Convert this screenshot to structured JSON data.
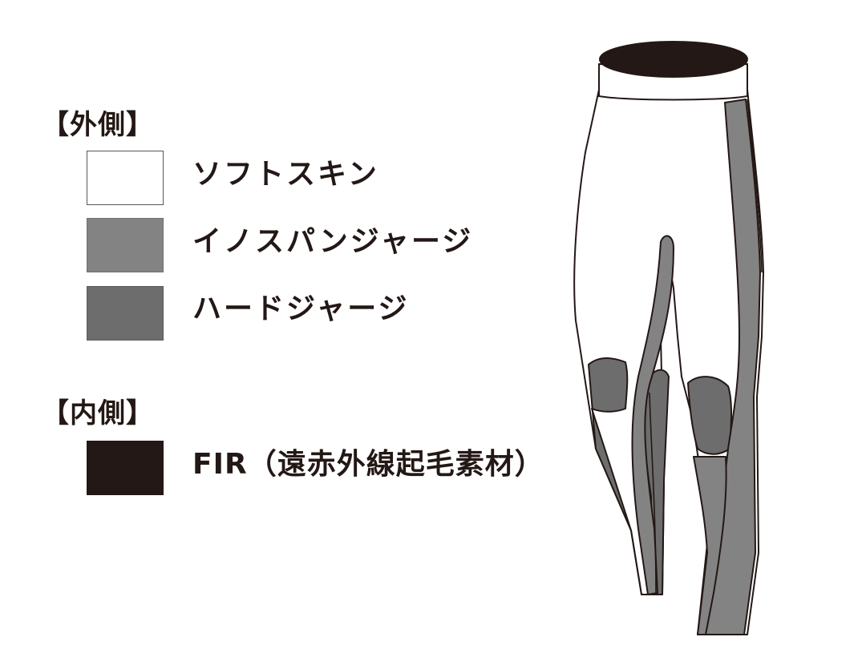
{
  "outer_section": {
    "heading": "【外側】",
    "items": [
      {
        "label": "ソフトスキン",
        "color": "#ffffff"
      },
      {
        "label": "イノスパンジャージ",
        "color": "#838383"
      },
      {
        "label": "ハードジャージ",
        "color": "#6d6d6d"
      }
    ]
  },
  "inner_section": {
    "heading": "【内側】",
    "items": [
      {
        "label": "FIR（遠赤外線起毛素材）",
        "color": "#231815"
      }
    ]
  },
  "colors": {
    "outline": "#231815",
    "soft_skin": "#ffffff",
    "inospan_jersey": "#838383",
    "hard_jersey": "#6d6d6d",
    "fir": "#231815"
  }
}
